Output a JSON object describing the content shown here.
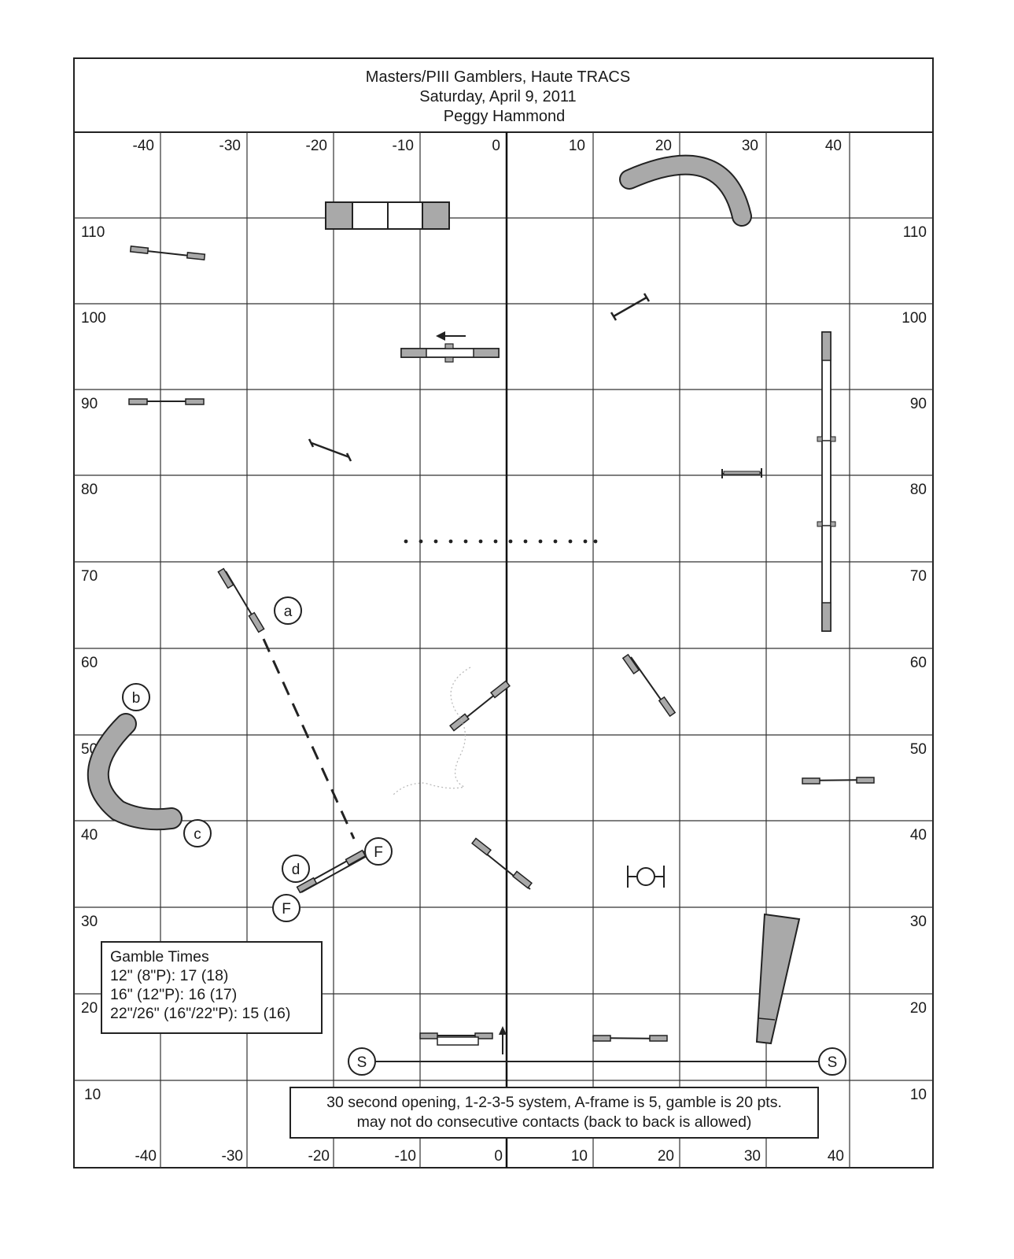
{
  "header": {
    "title_line1": "Masters/PIII Gamblers, Haute TRACS",
    "title_line2": "Saturday, April 9, 2011",
    "title_line3": "Peggy Hammond"
  },
  "x_axis_top": [
    "-40",
    "-30",
    "-20",
    "-10",
    "0",
    "10",
    "20",
    "30",
    "40"
  ],
  "x_axis_bottom": [
    "-40",
    "-30",
    "-20",
    "-10",
    "0",
    "10",
    "20",
    "30",
    "40"
  ],
  "y_axis_left": [
    "110",
    "100",
    "90",
    "80",
    "70",
    "60",
    "50",
    "40",
    "30",
    "20",
    "10"
  ],
  "y_axis_right": [
    "110",
    "100",
    "90",
    "80",
    "70",
    "60",
    "50",
    "40",
    "30",
    "20",
    "10"
  ],
  "markers": {
    "a": "a",
    "b": "b",
    "c": "c",
    "d": "d",
    "f_top": "F",
    "f_bottom": "F",
    "s_left": "S",
    "s_right": "S"
  },
  "gamble_times": {
    "title": "Gamble Times",
    "line1": "12\" (8\"P): 17 (18)",
    "line2": "16\" (12\"P): 16 (17)",
    "line3": "22\"/26\" (16\"/22\"P): 15 (16)"
  },
  "rules": {
    "line1": "30 second opening, 1-2-3-5 system, A-frame is 5, gamble is 20 pts.",
    "line2": "may not do consecutive contacts (back to back is allowed)"
  },
  "colors": {
    "equipment_fill": "#a9a9a9",
    "line": "#222222"
  }
}
